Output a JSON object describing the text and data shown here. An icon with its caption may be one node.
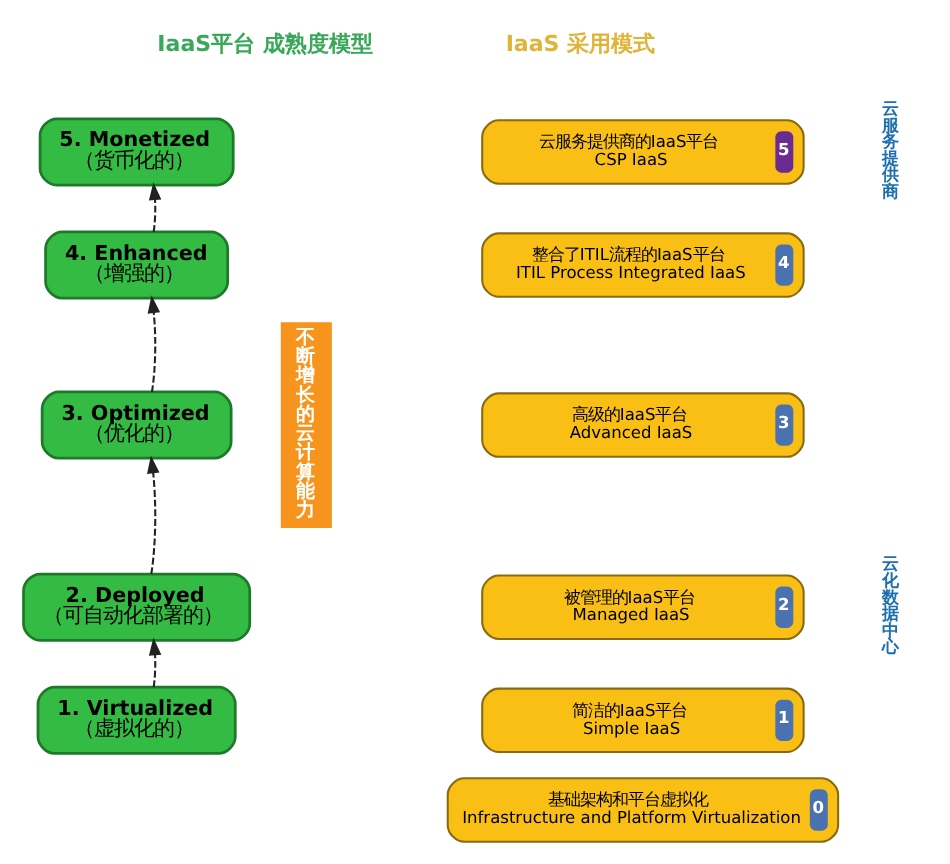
{
  "diagram": {
    "nodes": [
      {
        "text": [
          "5. Monetized",
          "（货币化的）"
        ]
      },
      {
        "text": [
          "4. Enhanced",
          "（增强的）"
        ]
      },
      {
        "text": [
          "3. Optimized",
          "（优化的）"
        ]
      },
      {
        "text": [
          "2. Deployed",
          "（可自动化部署的）"
        ]
      },
      {
        "text": [
          "1. Virtualized",
          "（虚拟化的）"
        ]
      },
      {
        "text": [
          "不断增长的云计算能力"
        ]
      },
      {
        "text": [
          "云服务提供商的IaaS平台",
          "CSP IaaS",
          "5"
        ]
      },
      {
        "text": [
          "整合了ITIL流程的IaaS平台",
          "ITIL Process Integrated IaaS",
          "4"
        ]
      },
      {
        "text": [
          "高级的IaaS平台",
          "Advanced IaaS",
          "3"
        ]
      },
      {
        "text": [
          "被管理的IaaS平台",
          "Managed IaaS",
          "2"
        ]
      },
      {
        "text": [
          "简洁的IaaS平台",
          "Simple IaaS",
          "1"
        ]
      },
      {
        "text": [
          "基础架构和平台虚拟化",
          "Infrastructure and Platform Virtualization",
          "0"
        ]
      }
    ],
    "edges": [
      {
        "from": 4,
        "to": 3,
        "arrow": "to",
        "style": "dashed"
      },
      {
        "from": 3,
        "to": 2,
        "arrow": "to",
        "style": "dashed"
      },
      {
        "from": 2,
        "to": 1,
        "arrow": "to",
        "style": "dashed"
      },
      {
        "from": 1,
        "to": 0,
        "arrow": "to",
        "style": "dashed"
      }
    ],
    "labels": [
      "IaaS平台 成熟度模型",
      "IaaS 采用模式",
      "云服务提供商",
      "云化数据中心"
    ]
  }
}
